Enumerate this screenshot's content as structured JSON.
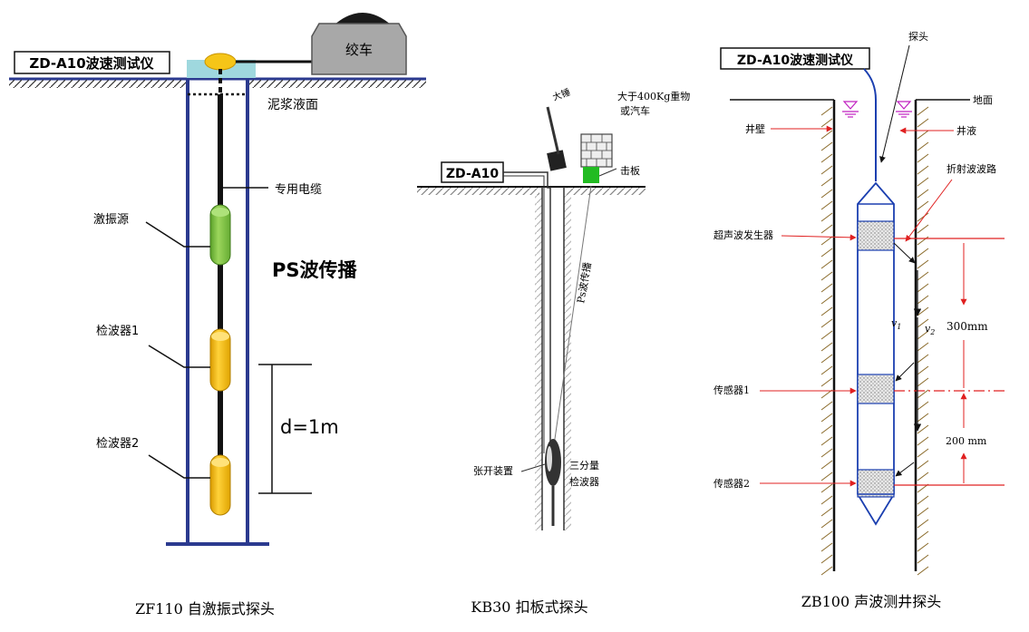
{
  "panels": {
    "left": {
      "device_label": "ZD-A10波速测试仪",
      "winch_label": "绞车",
      "mud_surface_label": "泥浆液面",
      "cable_label": "专用电缆",
      "source_label": "激振源",
      "wave_label": "PS波传播",
      "geophone1_label": "检波器1",
      "geophone2_label": "检波器2",
      "spacing_label": "d=1m",
      "caption": "ZF110 自激振式探头"
    },
    "middle": {
      "device_label": "ZD-A10",
      "hammer_label": "大锤",
      "weight_label_line1": "大于400Kg重物",
      "weight_label_line2": "或汽车",
      "plate_label": "击板",
      "wave_label": "Ps波传播",
      "expander_label": "张开装置",
      "geophone_label_line1": "三分量",
      "geophone_label_line2": "检波器",
      "caption": "KB30 扣板式探头"
    },
    "right": {
      "device_label": "ZD-A10波速测试仪",
      "probe_label": "探头",
      "ground_label": "地面",
      "wall_label": "井壁",
      "fluid_label": "井液",
      "refraction_label": "折射波波路",
      "generator_label": "超声波发生器",
      "sensor1_label": "传感器1",
      "sensor2_label": "传感器2",
      "v1_label": "v",
      "v1_sub": "1",
      "v2_label": "v",
      "v2_sub": "2",
      "dist1_label": "300mm",
      "dist2_label": "200 mm",
      "caption": "ZB100 声波测井探头"
    }
  },
  "colors": {
    "borehole": "#2b3a8f",
    "geophone": "#f5b800",
    "source": "#7cc242",
    "winch": "#a8a8a8",
    "winch_top": "#1a1a1a",
    "device_cap": "#f5c518",
    "platform": "#9fd8de",
    "plate": "#22bb22",
    "probe_line": "#1b3fb0",
    "water_mark": "#c020c0",
    "red": "#e02020",
    "hatch": "#8a6a2a"
  }
}
